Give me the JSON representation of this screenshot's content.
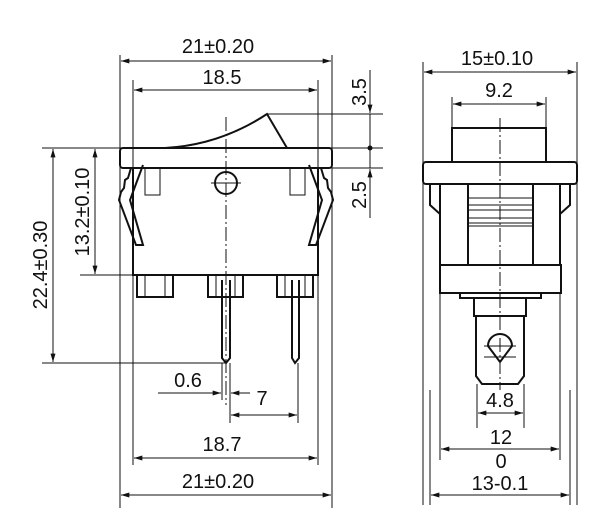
{
  "drawing": {
    "title": "Rocker switch dimension drawing",
    "front_view": {
      "overall_width_top": "21±0.20",
      "rocker_width": "18.5",
      "rocker_height": "3.5",
      "flange_thickness": "2.5",
      "overall_height": "22.4±0.30",
      "body_height": "13.2±0.10",
      "pin_thickness": "0.6",
      "pin_pitch": "7",
      "base_width": "18.7",
      "overall_width_bottom": "21±0.20"
    },
    "side_view": {
      "overall_width": "15±0.10",
      "rocker_width": "9.2",
      "terminal_width": "4.8",
      "body_width": "12",
      "cutout_tolerance_upper": "0",
      "cutout_width": "13-0.1"
    }
  }
}
